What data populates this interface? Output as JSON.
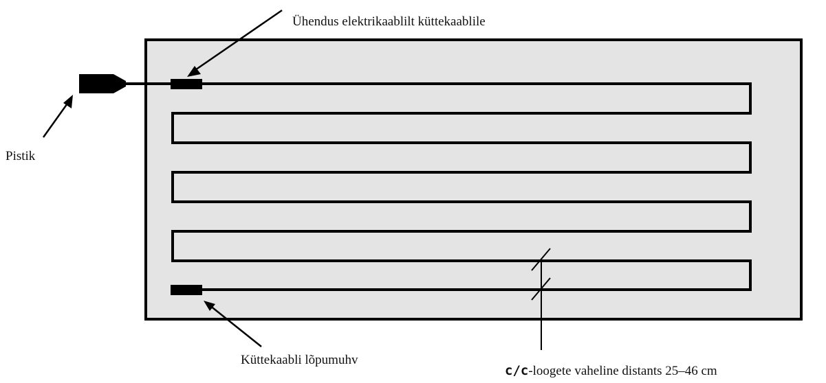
{
  "labels": {
    "connection": "Ühendus elektrikaablilt küttekaablile",
    "plug": "Pistik",
    "end_sleeve": "Küttekaabli lõpumuhv",
    "spacing_prefix": "c/c",
    "spacing_text": "-loogete vaheline distants 25–46 cm"
  },
  "colors": {
    "panel_fill": "#e4e4e4",
    "line": "#000000"
  }
}
